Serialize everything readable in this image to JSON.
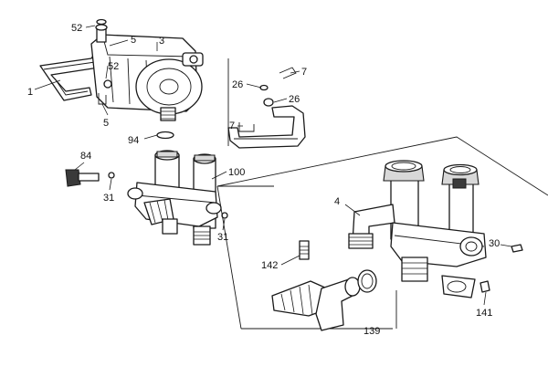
{
  "diagram": {
    "callouts": {
      "c52a": "52",
      "c5a": "5",
      "c3": "3",
      "c52b": "52",
      "c1": "1",
      "c5b": "5",
      "c26a": "26",
      "c7a": "7",
      "c26b": "26",
      "c7b": "7",
      "c94": "94",
      "c84": "84",
      "c100": "100",
      "c31a": "31",
      "c31b": "31",
      "c4": "4",
      "c30": "30",
      "c142": "142",
      "c141": "141",
      "c139": "139"
    }
  }
}
